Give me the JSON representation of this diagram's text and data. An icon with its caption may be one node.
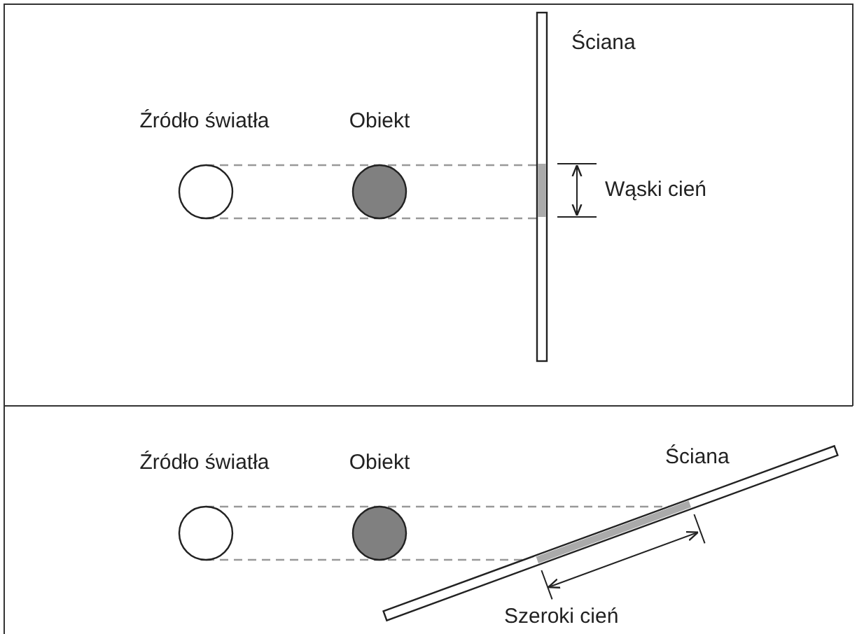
{
  "diagram": {
    "nodes": [
      {
        "text": [
          "Źródło światła"
        ]
      },
      {
        "text": [
          "Obiekt"
        ]
      },
      {
        "text": [
          "Ściana"
        ]
      },
      {
        "text": [
          "Źródło światła"
        ]
      },
      {
        "text": [
          "Obiekt"
        ]
      },
      {
        "text": [
          "Ściana"
        ]
      }
    ],
    "edges": [
      {
        "from": 0,
        "to": 2,
        "arrow": "none",
        "style": "dashed"
      },
      {
        "from": 0,
        "to": 2,
        "arrow": "none",
        "style": "dashed"
      },
      {
        "from": 3,
        "to": 5,
        "arrow": "none",
        "style": "dashed"
      },
      {
        "from": 3,
        "to": 5,
        "arrow": "none",
        "style": "dashed"
      }
    ],
    "labels": [
      "Wąski cień",
      "Szeroki cień"
    ]
  }
}
